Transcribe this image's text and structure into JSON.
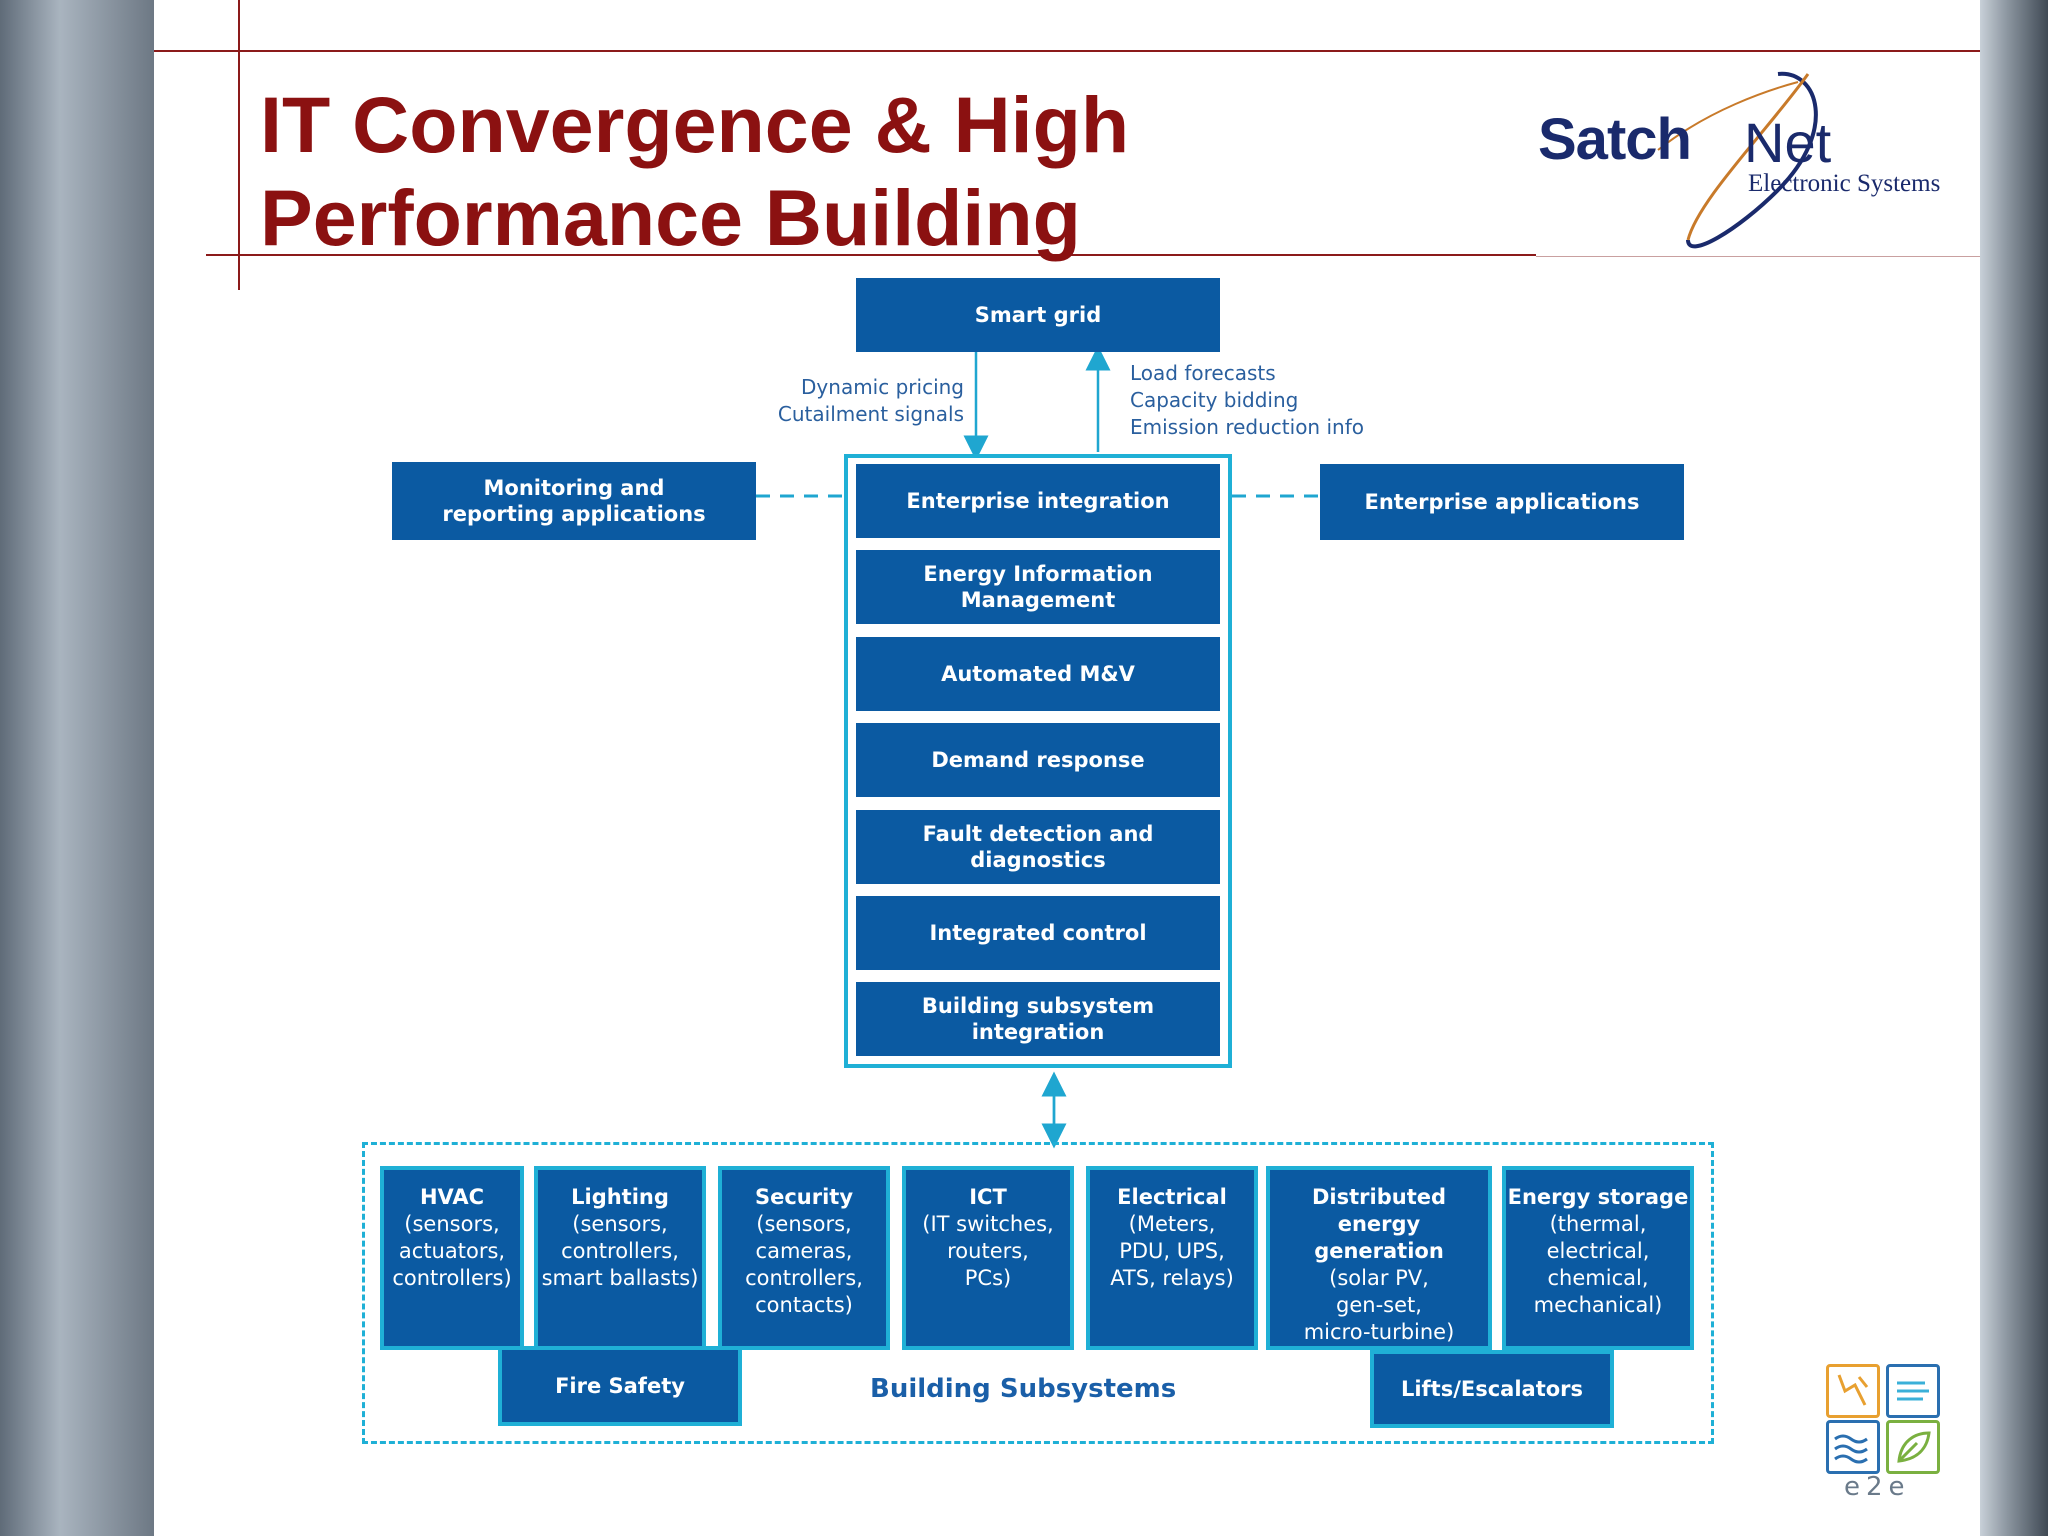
{
  "slide": {
    "title_line1": "IT Convergence & High",
    "title_line2": "Performance Building"
  },
  "logo": {
    "satch": "Satch",
    "net": "Net",
    "subtitle": "Electronic Systems"
  },
  "diagram": {
    "smart_grid": "Smart grid",
    "down_signals": "Dynamic pricing\nCutailment signals",
    "up_signals": "Load forecasts\nCapacity bidding\nEmission reduction info",
    "left_app": "Monitoring and reporting applications",
    "right_app": "Enterprise applications",
    "stack": [
      "Enterprise integration",
      "Energy Information Management",
      "Automated M&V",
      "Demand response",
      "Fault detection and diagnostics",
      "Integrated control",
      "Building subsystem integration"
    ],
    "subsystems": [
      {
        "title": "HVAC",
        "detail": "(sensors,\nactuators,\ncontrollers)"
      },
      {
        "title": "Lighting",
        "detail": "(sensors,\ncontrollers,\nsmart ballasts)"
      },
      {
        "title": "Security",
        "detail": "(sensors,\ncameras,\ncontrollers,\ncontacts)"
      },
      {
        "title": "ICT",
        "detail": "(IT switches,\nrouters,\nPCs)"
      },
      {
        "title": "Electrical",
        "detail": "(Meters,\nPDU, UPS,\nATS, relays)"
      },
      {
        "title": "Distributed energy\ngeneration",
        "detail": "(solar PV,\ngen-set,\nmicro-turbine)"
      },
      {
        "title": "Energy storage",
        "detail": "(thermal,\nelectrical,\nchemical,\nmechanical)"
      }
    ],
    "fire_safety": "Fire Safety",
    "lifts": "Lifts/Escalators",
    "subsystems_label": "Building Subsystems"
  },
  "e2e_logo": {
    "text": "e2e"
  }
}
